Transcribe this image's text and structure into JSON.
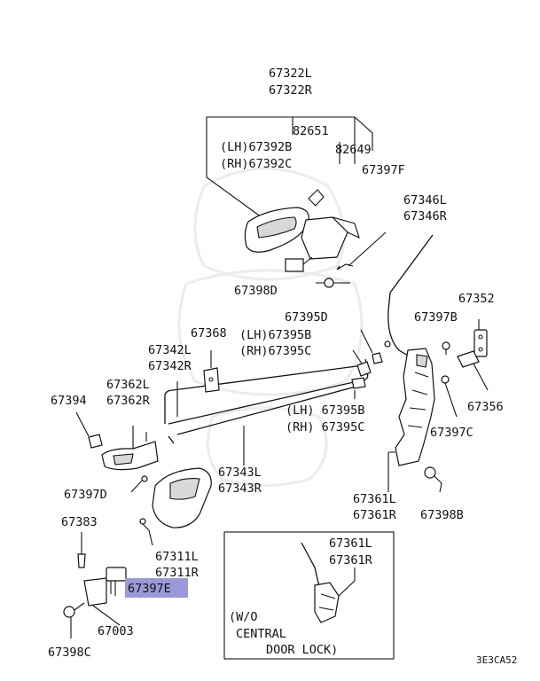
{
  "labels": {
    "l67322": "67322L",
    "r67322": "67322R",
    "p82651": "82651",
    "lh67392": "(LH)67392B",
    "rh67392": "(RH)67392C",
    "p82649": "82649",
    "p67397f": "67397F",
    "l67346": "67346L",
    "r67346": "67346R",
    "p67398d": "67398D",
    "p67352": "67352",
    "p67395d": "67395D",
    "lh67395b": "(LH)67395B",
    "rh67395c": "(RH)67395C",
    "p67397b": "67397B",
    "p67368": "67368",
    "l67342": "67342L",
    "r67342": "67342R",
    "l67362": "67362L",
    "r67362": "67362R",
    "p67394": "67394",
    "p67356": "67356",
    "lh67395b2": "(LH) 67395B",
    "rh67395c2": "(RH) 67395C",
    "p67397c": "67397C",
    "l67343": "67343L",
    "r67343": "67343R",
    "p67397d": "67397D",
    "l67361": "67361L",
    "r67361": "67361R",
    "p67398b": "67398B",
    "p67383": "67383",
    "l67311": "67311L",
    "r67311": "67311R",
    "p67397e": "67397E",
    "inset_l67361": "67361L",
    "inset_r67361": "67361R",
    "note1": "(W/O",
    "note2": "CENTRAL",
    "note3": "DOOR LOCK)",
    "p67003": "67003",
    "p67398c": "67398C",
    "code": "3E3CA52"
  },
  "highlight_color": "#9a9ad8"
}
